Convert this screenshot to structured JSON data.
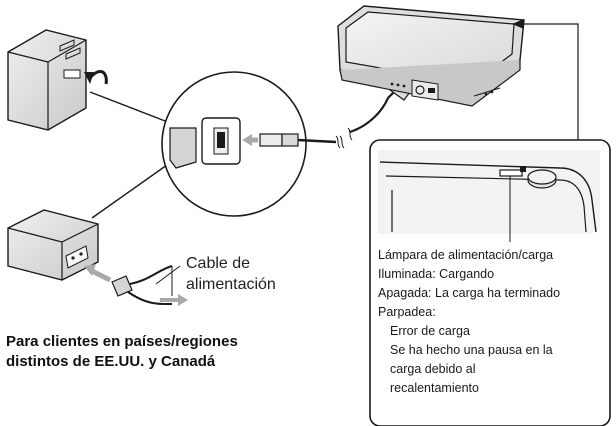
{
  "cable_label": {
    "line1": "Cable de",
    "line2": "alimentación"
  },
  "region_note": {
    "line1": "Para clientes en países/regiones",
    "line2": "distintos de EE.UU. y Canadá"
  },
  "lamp_info": {
    "title": "Lámpara de alimentación/carga",
    "lit": "Iluminada: Cargando",
    "off": "Apagada: La carga ha terminado",
    "blink": "Parpadea:",
    "error": "Error de carga",
    "pause1": "Se ha hecho una pausa en la",
    "pause2": "carga debido al",
    "pause3": "recalentamiento"
  },
  "colors": {
    "line": "#1a1a1a",
    "device_fill": "#e8e8e8",
    "device_shade": "#cfcfcf",
    "arrow": "#a9a9a9",
    "lamp_dot": "#ffffff"
  },
  "icons": [
    "ac-adapter-us",
    "ac-adapter-intl",
    "usb-connector",
    "usb-cable",
    "camera",
    "rotate-arrow"
  ]
}
